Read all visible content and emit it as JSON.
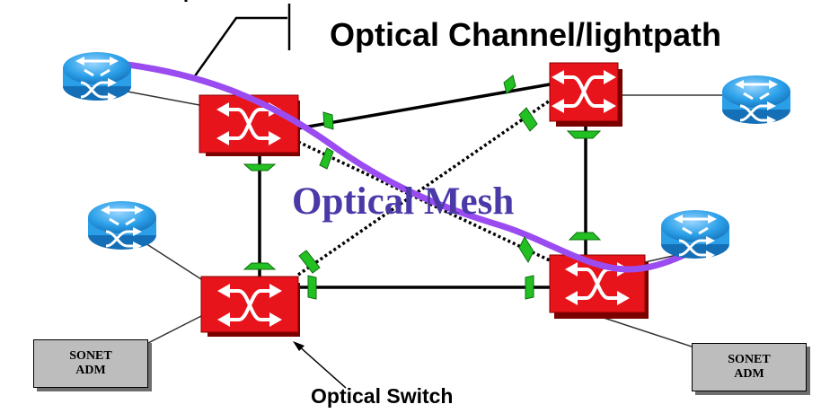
{
  "labels": {
    "lightpath": "Optical Channel/lightpath",
    "mesh": "Optical Mesh",
    "switch": "Optical Switch"
  },
  "adm_left": {
    "line1": "SONET",
    "line2": "ADM"
  },
  "adm_right": {
    "line1": "SONET",
    "line2": "ADM"
  },
  "colors": {
    "switch_red": "#e8141c",
    "connector_green": "#22c022",
    "router_blue": "#2a9fe8",
    "lightpath_purple": "#9b4cf0",
    "mesh_text": "#4a3aa8",
    "header_blue": "#1a1aff"
  }
}
